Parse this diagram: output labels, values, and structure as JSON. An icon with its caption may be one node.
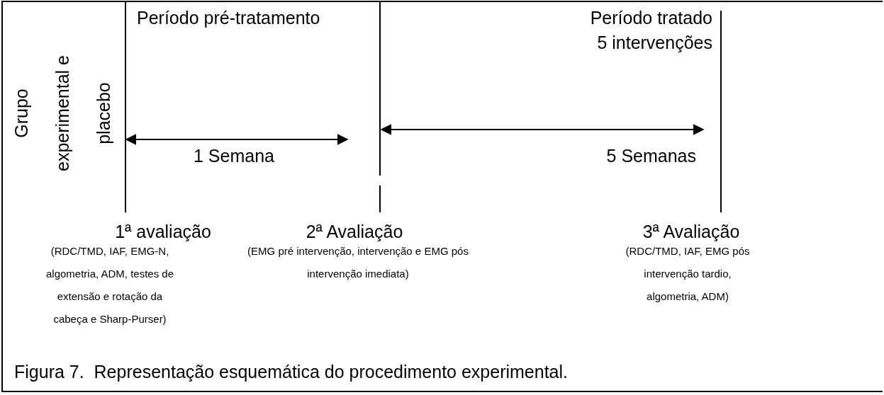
{
  "diagram": {
    "caption": "Figura 7.  Representação esquemática do procedimento experimental.",
    "labels": [
      "Período pré-tratamento",
      "Período tratado",
      "5 intervenções",
      "Grupo experimental e placebo",
      "1 Semana",
      "5 Semanas",
      "1ª avaliação",
      "2ª Avaliação",
      "3ª Avaliação",
      "(RDC/TMD, IAF, EMG-N, algometria, ADM, testes de extensão e rotação da cabeça e Sharp-Purser)",
      "(EMG pré intervenção, intervenção e EMG pós intervenção imediata)",
      "(RDC/TMD, IAF, EMG pós intervenção tardio, algometria, ADM)"
    ]
  }
}
